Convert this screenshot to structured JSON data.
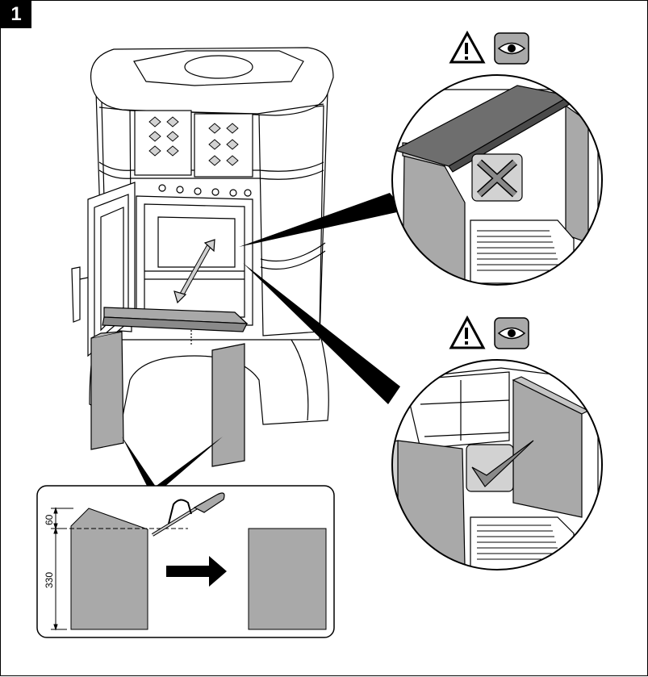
{
  "step_number": "1",
  "dimensions": {
    "top_height": "60",
    "body_height": "330"
  },
  "icons": {
    "upper": [
      "warning-triangle-icon",
      "eye-icon"
    ],
    "lower": [
      "warning-triangle-icon",
      "eye-icon"
    ],
    "incorrect": "cross-icon",
    "correct": "checkmark-icon",
    "tool": "hacksaw-icon",
    "direction": "right-arrow-icon"
  },
  "colors": {
    "panel_gray": "#a9a9a9",
    "light_gray": "#d2d2d2",
    "badge_bg": "#000000"
  }
}
